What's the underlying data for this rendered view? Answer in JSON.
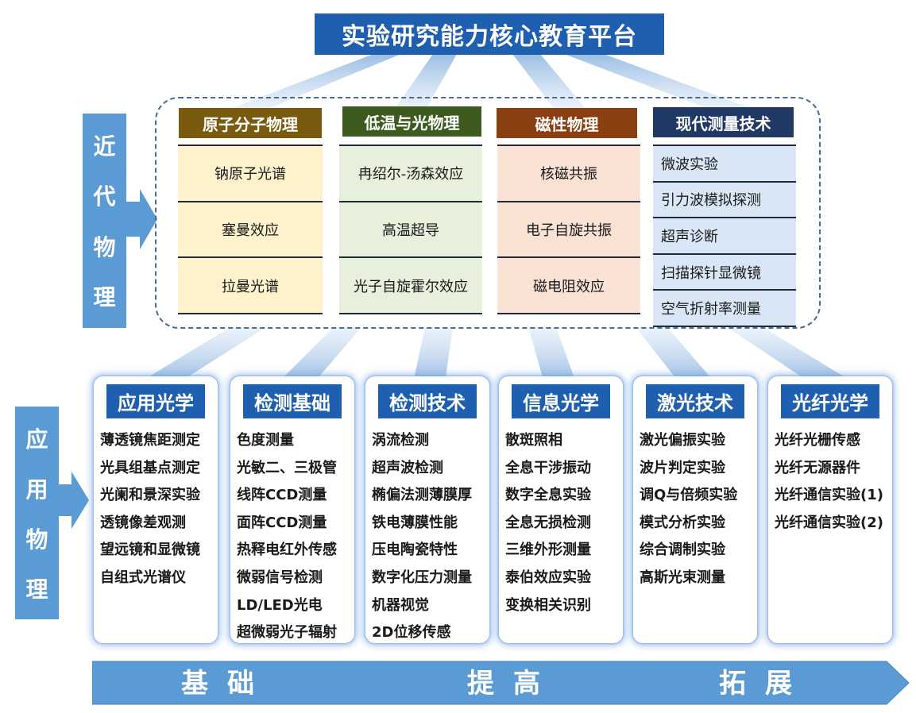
{
  "title": "实验研究能力核心教育平台",
  "modern_label": [
    "近",
    "代",
    "物",
    "理"
  ],
  "applied_label": [
    "应",
    "用",
    "物",
    "理"
  ],
  "modern_columns": [
    {
      "header": "原子分子物理",
      "header_color": "#7a5a0f",
      "cell_color": "#fdf2cc",
      "align": "center",
      "items": [
        "钠原子光谱",
        "塞曼效应",
        "拉曼光谱"
      ]
    },
    {
      "header": "低温与光物理",
      "header_color": "#3e5b1f",
      "cell_color": "#e6f0db",
      "align": "center",
      "items": [
        "冉绍尔-汤森效应",
        "高温超导",
        "光子自旋霍尔效应"
      ]
    },
    {
      "header": "磁性物理",
      "header_color": "#8a3f10",
      "cell_color": "#f9e1d3",
      "align": "center",
      "items": [
        "核磁共振",
        "电子自旋共振",
        "磁电阻效应"
      ]
    },
    {
      "header": "现代测量技术",
      "header_color": "#1f3864",
      "cell_color": "#d9e6f5",
      "align": "left",
      "items": [
        "微波实验",
        "引力波模拟探测",
        "超声诊断",
        "扫描探针显微镜",
        "空气折射率测量"
      ]
    }
  ],
  "applied_columns": [
    {
      "header": "应用光学",
      "items": [
        "薄透镜焦距测定",
        "光具组基点测定",
        "光阑和景深实验",
        "透镜像差观测",
        "望远镜和显微镜",
        "自组式光谱仪"
      ]
    },
    {
      "header": "检测基础",
      "items": [
        "色度测量",
        "光敏二、三极管",
        "线阵CCD测量",
        "面阵CCD测量",
        "热释电红外传感",
        "微弱信号检测",
        "LD/LED光电",
        "超微弱光子辐射"
      ]
    },
    {
      "header": "检测技术",
      "items": [
        "涡流检测",
        "超声波检测",
        "椭偏法测薄膜厚",
        "铁电薄膜性能",
        "压电陶瓷特性",
        "数字化压力测量",
        "机器视觉",
        "2D位移传感"
      ]
    },
    {
      "header": "信息光学",
      "items": [
        "散斑照相",
        "全息干涉振动",
        "数字全息实验",
        "全息无损检测",
        "三维外形测量",
        "泰伯效应实验",
        "变换相关识别"
      ]
    },
    {
      "header": "激光技术",
      "items": [
        "激光偏振实验",
        "波片判定实验",
        "调Q与倍频实验",
        "模式分析实验",
        "综合调制实验",
        "高斯光束测量"
      ]
    },
    {
      "header": "光纤光学",
      "items": [
        "光纤光栅传感",
        "光纤无源器件",
        "光纤通信实验(1)",
        "光纤通信实验(2)"
      ]
    }
  ],
  "progress_bar": {
    "labels": [
      "基础",
      "提高",
      "拓展"
    ]
  },
  "colors": {
    "title_bg": "#1f5fb0",
    "side_label_bg": "#5b9bd5",
    "card_head_bg": "#1f5fb0",
    "ray": "#b8d2ec"
  }
}
